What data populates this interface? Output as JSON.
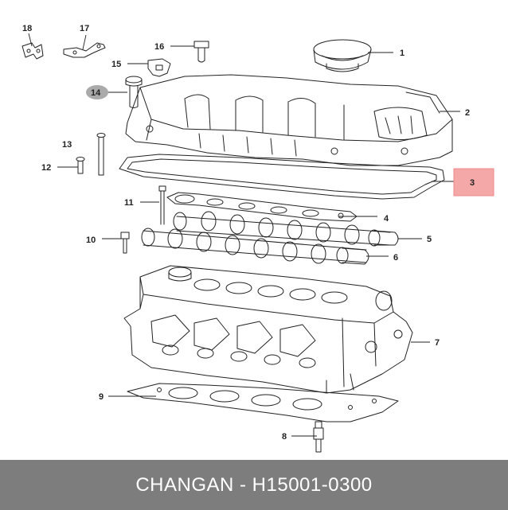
{
  "diagram": {
    "parts": [
      {
        "number": "1"
      },
      {
        "number": "2"
      },
      {
        "number": "3",
        "highlighted": true
      },
      {
        "number": "4"
      },
      {
        "number": "5"
      },
      {
        "number": "6"
      },
      {
        "number": "7"
      },
      {
        "number": "8"
      },
      {
        "number": "9"
      },
      {
        "number": "10"
      },
      {
        "number": "11"
      },
      {
        "number": "12"
      },
      {
        "number": "13"
      },
      {
        "number": "14",
        "highlighted": true
      },
      {
        "number": "15"
      },
      {
        "number": "16"
      },
      {
        "number": "17"
      },
      {
        "number": "18"
      }
    ],
    "highlight_color": "#f4a8a8",
    "marker_color": "#aaaaaa"
  },
  "footer": {
    "text": "CHANGAN - H15001-0300",
    "background": "#7d7d7d"
  }
}
